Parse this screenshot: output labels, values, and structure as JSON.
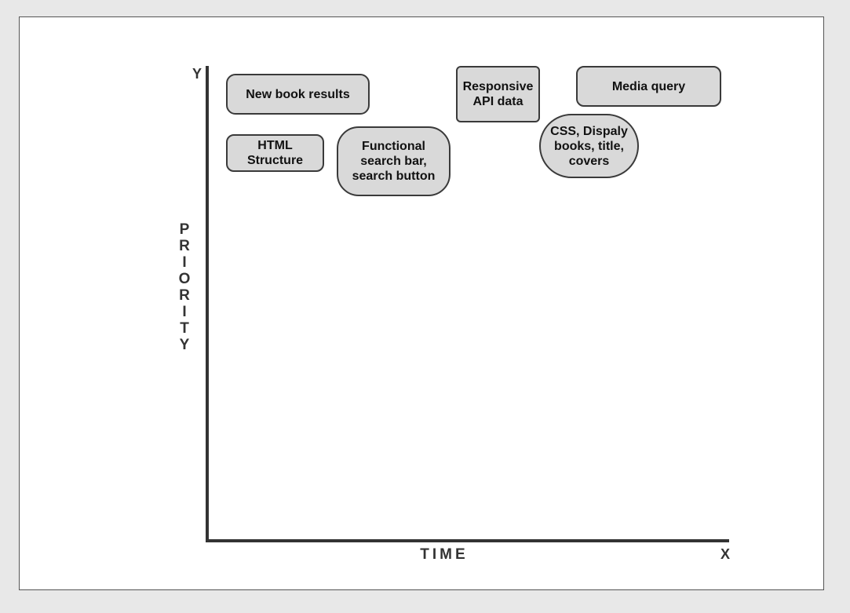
{
  "axes": {
    "y_letter": "Y",
    "x_letter": "X",
    "x_label": "TIME",
    "y_label": "PRIORITY"
  },
  "tasks": [
    {
      "id": "new-book-results",
      "label": "New book results"
    },
    {
      "id": "html-structure",
      "label": "HTML Structure"
    },
    {
      "id": "functional-search",
      "label": "Functional search bar, search button"
    },
    {
      "id": "responsive-api",
      "label": "Responsive API data"
    },
    {
      "id": "media-query",
      "label": "Media query"
    },
    {
      "id": "css-display",
      "label": "CSS, Dispaly books, title, covers"
    }
  ],
  "colors": {
    "card_fill": "#d9d9d9",
    "card_border": "#3a3a3a",
    "axis": "#333333",
    "canvas_background": "#ffffff",
    "page_background": "#e8e8e8"
  }
}
